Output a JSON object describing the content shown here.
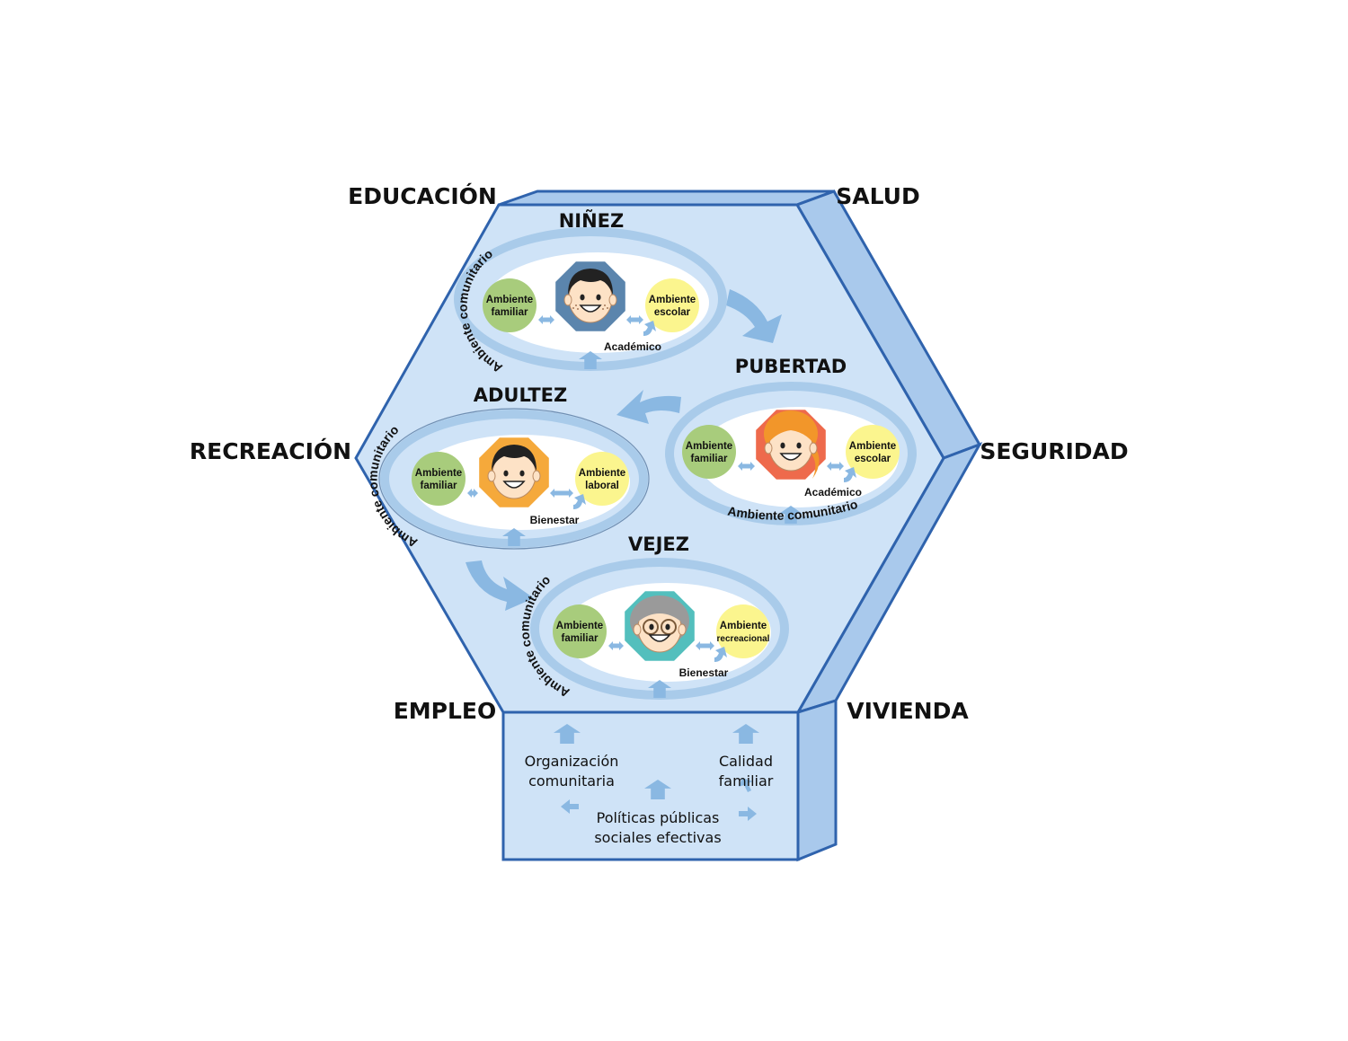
{
  "factors": {
    "top_left": "EDUCACIÓN",
    "top_right": "SALUD",
    "left": "RECREACIÓN",
    "right": "SEGURIDAD",
    "bottom_left": "EMPLEO",
    "bottom_right": "VIVIENDA"
  },
  "stages": [
    {
      "id": "ninez",
      "title": "NIÑEZ",
      "face_color": "#5b85ad",
      "left_circle": [
        "Ambiente",
        "familiar"
      ],
      "right_circle": [
        "Ambiente",
        "escolar"
      ],
      "outcome": "Académico",
      "arc_label": "Ambiente comunitario",
      "face_icon": "boy-face-icon"
    },
    {
      "id": "pubertad",
      "title": "PUBERTAD",
      "face_color": "#ee6a4c",
      "left_circle": [
        "Ambiente",
        "familiar"
      ],
      "right_circle": [
        "Ambiente",
        "escolar"
      ],
      "outcome": "Académico",
      "arc_label": "Ambiente comunitario",
      "face_icon": "girl-face-icon"
    },
    {
      "id": "adultez",
      "title": "ADULTEZ",
      "face_color": "#f5a93b",
      "left_circle": [
        "Ambiente",
        "familiar"
      ],
      "right_circle": [
        "Ambiente",
        "laboral"
      ],
      "outcome": "Bienestar",
      "arc_label": "Ambiente comunitario",
      "face_icon": "man-face-icon"
    },
    {
      "id": "vejez",
      "title": "VEJEZ",
      "face_color": "#53bfbd",
      "left_circle": [
        "Ambiente",
        "familiar"
      ],
      "right_circle": [
        "Ambiente",
        "recreacional"
      ],
      "outcome": "Bienestar",
      "arc_label": "Ambiente comunitario",
      "face_icon": "elder-face-icon"
    }
  ],
  "base": {
    "left": [
      "Organización",
      "comunitaria"
    ],
    "right": [
      "Calidad",
      "familiar"
    ],
    "center": [
      "Políticas públicas",
      "sociales efectivas"
    ]
  },
  "colors": {
    "outline": "#2f63ad",
    "hex_fill": "#cfe3f7",
    "side_fill": "#a9c9ec",
    "ring": "#a9cbea",
    "arrow": "#8ab8e2",
    "green_circle": "#a8cc7c",
    "yellow_circle": "#fbf58e"
  }
}
